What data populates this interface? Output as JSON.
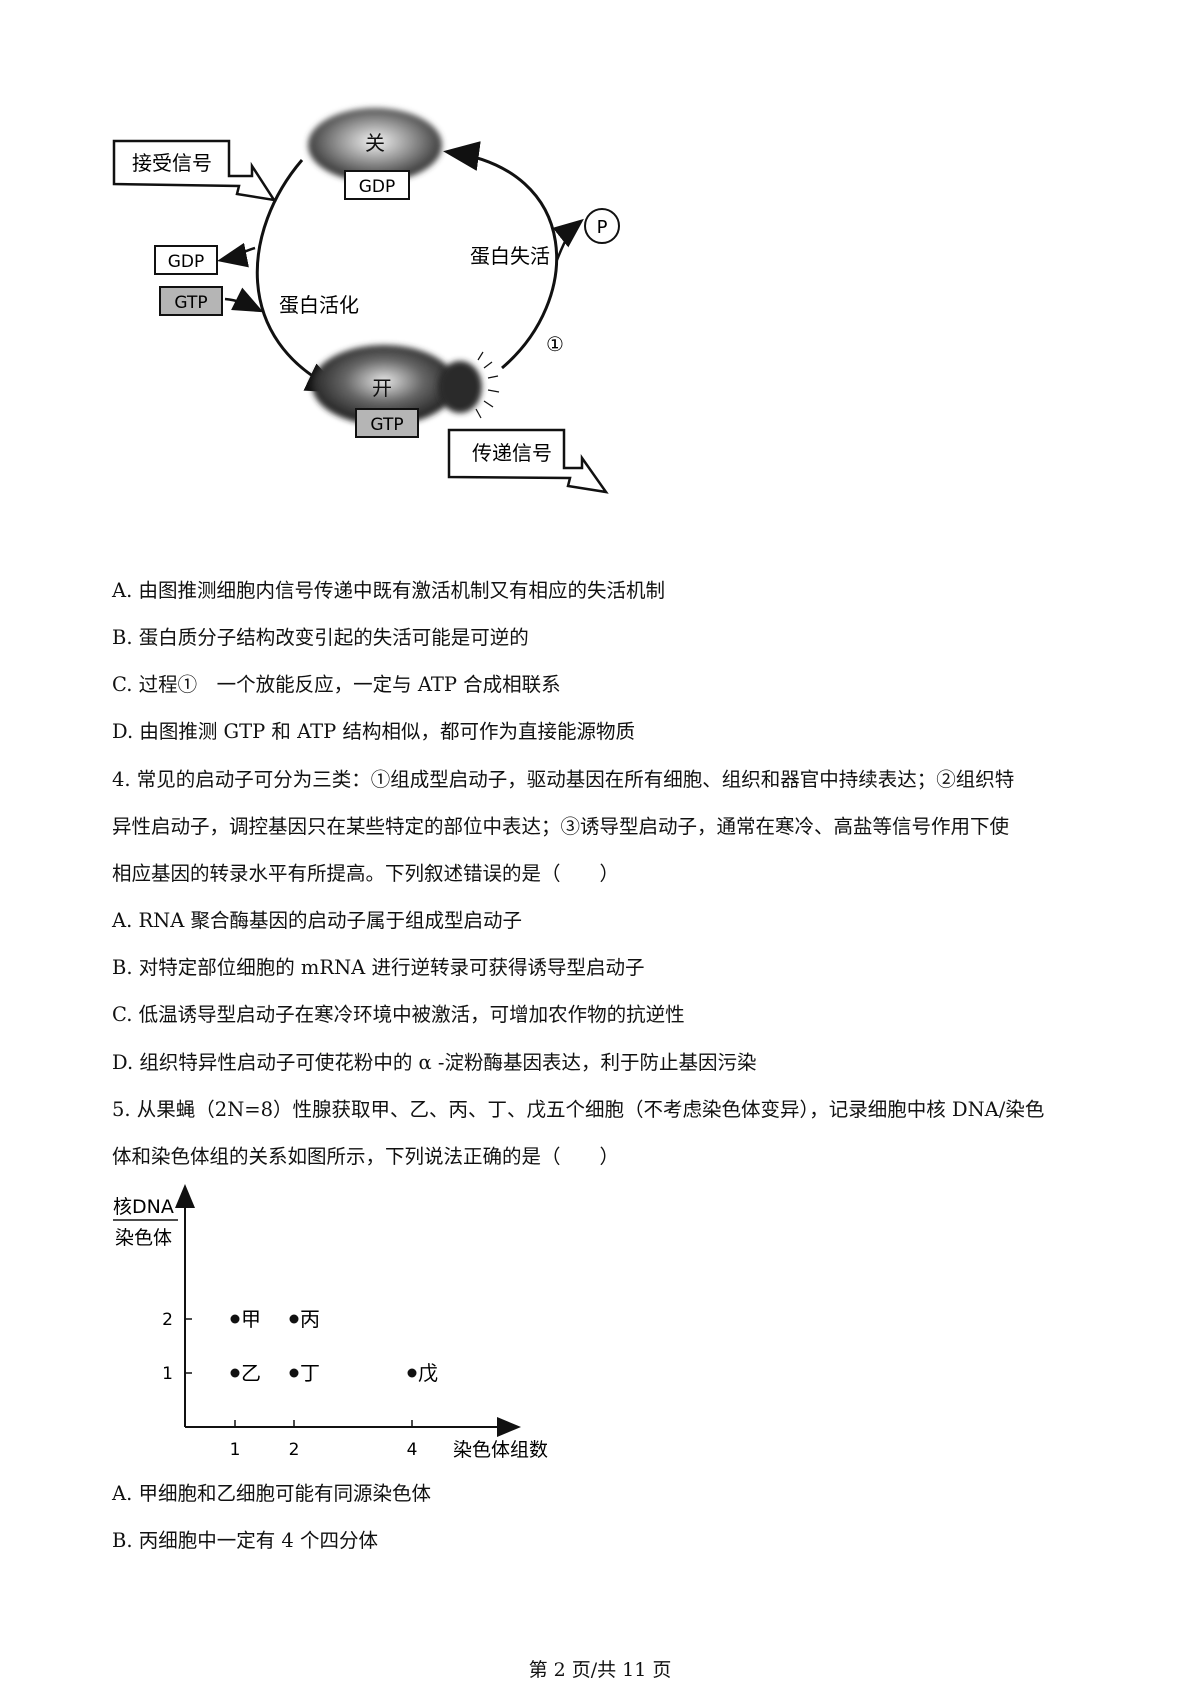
{
  "figure1": {
    "off_state": "关",
    "on_state": "开",
    "gdp_tag": "GDP",
    "gtp_tag": "GTP",
    "receive_signal": "接受信号",
    "transmit_signal": "传递信号",
    "gdp_out": "GDP",
    "gtp_in": "GTP",
    "activation": "蛋白活化",
    "inactivation": "蛋白失活",
    "phosphate": "P",
    "process_1": "①"
  },
  "q3_options": [
    "A. 由图推测细胞内信号传递中既有激活机制又有相应的失活机制",
    "B. 蛋白质分子结构改变引起的失活可能是可逆的",
    "C. 过程①　一个放能反应，一定与 ATP 合成相联系",
    "D. 由图推测 GTP 和 ATP 结构相似，都可作为直接能源物质"
  ],
  "q4": {
    "stem": [
      "4. 常见的启动子可分为三类：①组成型启动子，驱动基因在所有细胞、组织和器官中持续表达；②组织特",
      "异性启动子，调控基因只在某些特定的部位中表达；③诱导型启动子，通常在寒冷、高盐等信号作用下使",
      "相应基因的转录水平有所提高。下列叙述错误的是（　　）"
    ],
    "options": [
      "A. RNA 聚合酶基因的启动子属于组成型启动子",
      "B. 对特定部位细胞的 mRNA 进行逆转录可获得诱导型启动子",
      "C. 低温诱导型启动子在寒冷环境中被激活，可增加农作物的抗逆性",
      "D. 组织特异性启动子可使花粉中的 α -淀粉酶基因表达，利于防止基因污染"
    ]
  },
  "q5": {
    "stem": [
      "5. 从果蝇（2N=8）性腺获取甲、乙、丙、丁、戊五个细胞（不考虑染色体变异），记录细胞中核 DNA/染色",
      "体和染色体组的关系如图所示，下列说法正确的是（　　）"
    ],
    "options": [
      "A. 甲细胞和乙细胞可能有同源染色体",
      "B. 丙细胞中一定有 4 个四分体"
    ]
  },
  "chart_data": {
    "type": "scatter",
    "ylabel_numerator": "核DNA",
    "ylabel_denominator": "染色体",
    "xlabel": "染色体组数",
    "xticks": [
      1,
      2,
      4
    ],
    "yticks": [
      1,
      2
    ],
    "points": [
      {
        "label": "甲",
        "x": 1,
        "y": 2
      },
      {
        "label": "丙",
        "x": 2,
        "y": 2
      },
      {
        "label": "乙",
        "x": 1,
        "y": 1
      },
      {
        "label": "丁",
        "x": 2,
        "y": 1
      },
      {
        "label": "戊",
        "x": 4,
        "y": 1
      }
    ]
  },
  "footer": "第 2 页/共 11 页"
}
